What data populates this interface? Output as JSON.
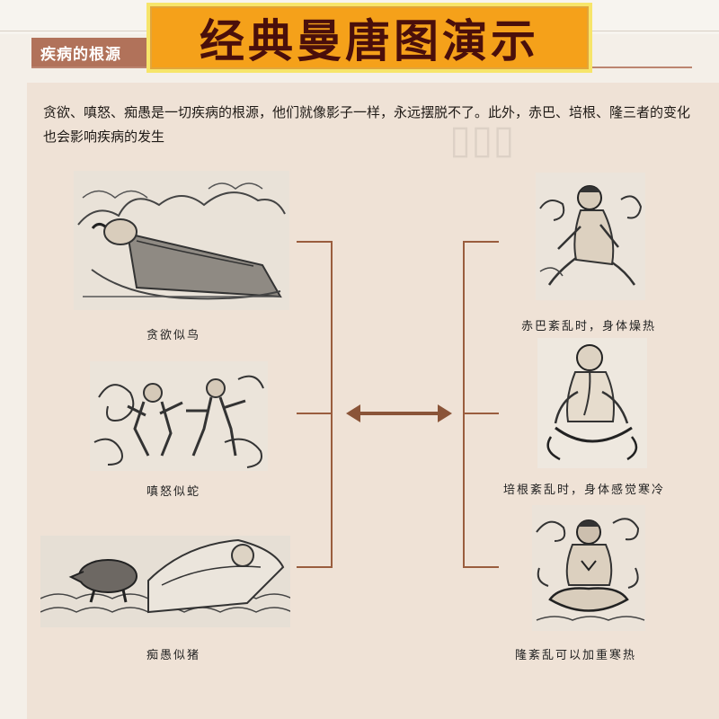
{
  "banner": {
    "title": "经典曼唐图演示"
  },
  "section": {
    "title": "疾病的根源"
  },
  "intro": {
    "text": "贪欲、嗔怒、痴愚是一切疾病的根源，他们就像影子一样，永远摆脱不了。此外，赤巴、培根、隆三者的变化也会影响疾病的发生"
  },
  "left_figures": [
    {
      "caption": "贪欲似鸟",
      "icon": "sleeping-figure-bird-illustration"
    },
    {
      "caption": "嗔怒似蛇",
      "icon": "fighting-figures-snake-illustration"
    },
    {
      "caption": "痴愚似猪",
      "icon": "reclining-figure-pig-illustration"
    }
  ],
  "right_figures": [
    {
      "caption": "赤巴紊乱时，身体燥热",
      "icon": "hot-body-figure-illustration"
    },
    {
      "caption": "培根紊乱时，身体感觉寒冷",
      "icon": "cold-body-figure-illustration"
    },
    {
      "caption": "隆紊乱可以加重寒热",
      "icon": "meditating-figure-illustration"
    }
  ],
  "colors": {
    "banner_bg": "#f5a11a",
    "banner_text": "#4a0f0b",
    "section_bg": "#b1725a",
    "bracket": "#9a5d3e",
    "panel_bg": "#efe2d6"
  }
}
